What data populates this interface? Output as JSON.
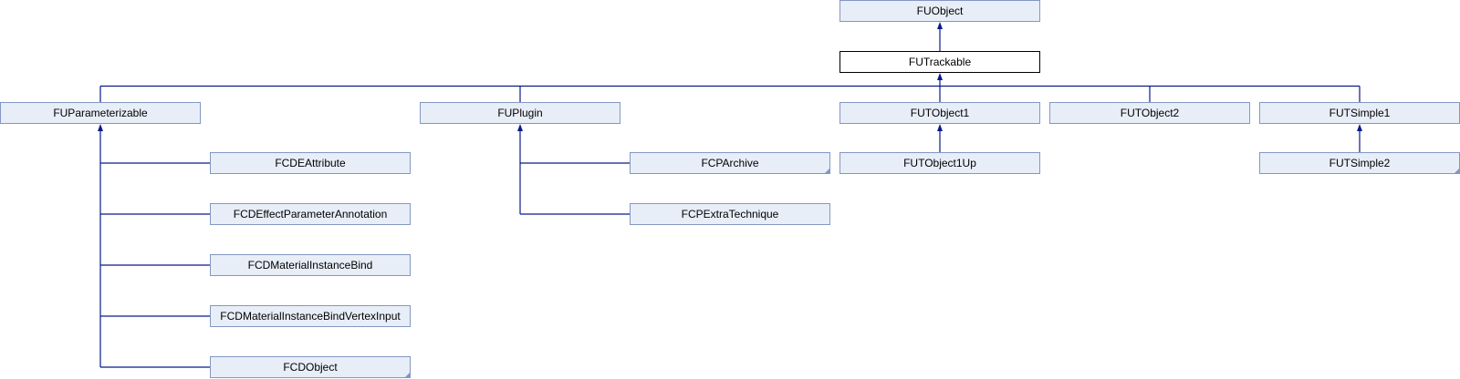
{
  "diagram": {
    "nodes": [
      {
        "id": "fuobject",
        "label": "FUObject"
      },
      {
        "id": "futrackable",
        "label": "FUTrackable",
        "current": true
      },
      {
        "id": "fuparameterizable",
        "label": "FUParameterizable"
      },
      {
        "id": "fuplugin",
        "label": "FUPlugin"
      },
      {
        "id": "futobject1",
        "label": "FUTObject1"
      },
      {
        "id": "futobject2",
        "label": "FUTObject2"
      },
      {
        "id": "futsimple1",
        "label": "FUTSimple1"
      },
      {
        "id": "fcdeattribute",
        "label": "FCDEAttribute"
      },
      {
        "id": "fcdeffectparameterannotation",
        "label": "FCDEffectParameterAnnotation"
      },
      {
        "id": "fcdmaterialinstancebind",
        "label": "FCDMaterialInstanceBind"
      },
      {
        "id": "fcdmaterialinstancebindvertexinput",
        "label": "FCDMaterialInstanceBindVertexInput"
      },
      {
        "id": "fcdobject",
        "label": "FCDObject",
        "has_more": true
      },
      {
        "id": "fcparchive",
        "label": "FCPArchive",
        "has_more": true
      },
      {
        "id": "fcpextratechnique",
        "label": "FCPExtraTechnique"
      },
      {
        "id": "futobject1up",
        "label": "FUTObject1Up"
      },
      {
        "id": "futsimple2",
        "label": "FUTSimple2",
        "has_more": true
      }
    ],
    "edges": [
      {
        "from": "futrackable",
        "to": "fuobject"
      },
      {
        "from": "fuparameterizable",
        "to": "futrackable"
      },
      {
        "from": "fuplugin",
        "to": "futrackable"
      },
      {
        "from": "futobject1",
        "to": "futrackable"
      },
      {
        "from": "futobject2",
        "to": "futrackable"
      },
      {
        "from": "futsimple1",
        "to": "futrackable"
      },
      {
        "from": "fcdeattribute",
        "to": "fuparameterizable"
      },
      {
        "from": "fcdeffectparameterannotation",
        "to": "fuparameterizable"
      },
      {
        "from": "fcdmaterialinstancebind",
        "to": "fuparameterizable"
      },
      {
        "from": "fcdmaterialinstancebindvertexinput",
        "to": "fuparameterizable"
      },
      {
        "from": "fcdobject",
        "to": "fuparameterizable"
      },
      {
        "from": "fcparchive",
        "to": "fuplugin"
      },
      {
        "from": "fcpextratechnique",
        "to": "fuplugin"
      },
      {
        "from": "futobject1up",
        "to": "futobject1"
      },
      {
        "from": "futsimple2",
        "to": "futsimple1"
      }
    ],
    "colors": {
      "node_fill": "#e8eef7",
      "node_border": "#8497c2",
      "current_border": "#000000",
      "edge": "#0a1a8c"
    }
  }
}
